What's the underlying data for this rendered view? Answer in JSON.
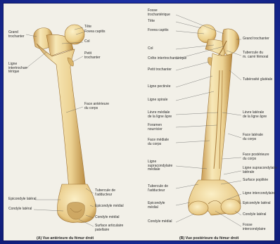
{
  "anterior": {
    "labels": {
      "tete": "Tête",
      "fovea": "Fovea capitis",
      "grand_trochanter": "Grand\ntrochanter",
      "col": "Col",
      "petit_trochanter": "Petit\ntrochanter",
      "ligne_intertrochanterique": "Ligne\nintertrochan-\ntérique",
      "face_anterieure": "Face antérieure\ndu corps",
      "tubercule_adducteur": "Tubercule de\nl'adducteur",
      "epicondyle_lateral": "Epicondyle latéral",
      "epicondyle_medial": "Epicondyle médial",
      "condyle_lateral": "Condyle latéral",
      "condyle_medial": "Condyle médial",
      "surface_patellaire": "Surface articulaire\npatellaire"
    },
    "caption": "(A) Vue antérieure du fémur droit"
  },
  "posterior": {
    "labels": {
      "fosse_trochanterique": "Fosse\ntrochantérique",
      "tete": "Tête",
      "fovea": "Fovea capitis",
      "grand_trochanter": "Grand trochanter",
      "col": "Col",
      "tubercule_carre": "Tubercule du\nm. carré fémoral",
      "crete_intertrochanterique": "Crête intertrochantérique",
      "petit_trochanter": "Petit trochanter",
      "tuberosite_glutéale": "Tubérosité glutéale",
      "ligne_pectinee": "Ligne pectinée",
      "ligne_spirale": "Ligne spirale",
      "levre_mediale": "Lèvre médiale\nde la ligne âpre",
      "levre_laterale": "Lèvre latérale\nde la ligne âpre",
      "foramen": "Foramen\nnourricier",
      "face_laterale": "Face latérale\ndu corps",
      "face_mediale": "Face médiale\ndu corps",
      "face_posterieure": "Face postérieure\ndu corps",
      "ligne_supracondylaire_mediale": "Ligne\nsupracondylaire\nmédiale",
      "ligne_supracondylaire_laterale": "Ligne supracondylaire\nlatérale",
      "surface_poplitee": "Surface poplitée",
      "tubercule_adducteur": "Tubercule de\nl'adducteur",
      "ligne_intercondylaire": "Ligne intercondylaire",
      "epicondyle_medial": "Epicondyle\nmédial",
      "epicondyle_lateral": "Epicondyle latéral",
      "condyle_lateral": "Condyle latéral",
      "condyle_medial": "Condyle médial",
      "fosse_intercondylaire": "Fosse\nintercondylaire"
    },
    "caption": "(B) Vue postérieure du fémur droit"
  },
  "colors": {
    "background": "#1a2d9c",
    "panel": "#f2f0e8",
    "bone_light": "#f4e2ae",
    "bone_mid": "#e3c27c",
    "bone_dark": "#b98d45"
  }
}
